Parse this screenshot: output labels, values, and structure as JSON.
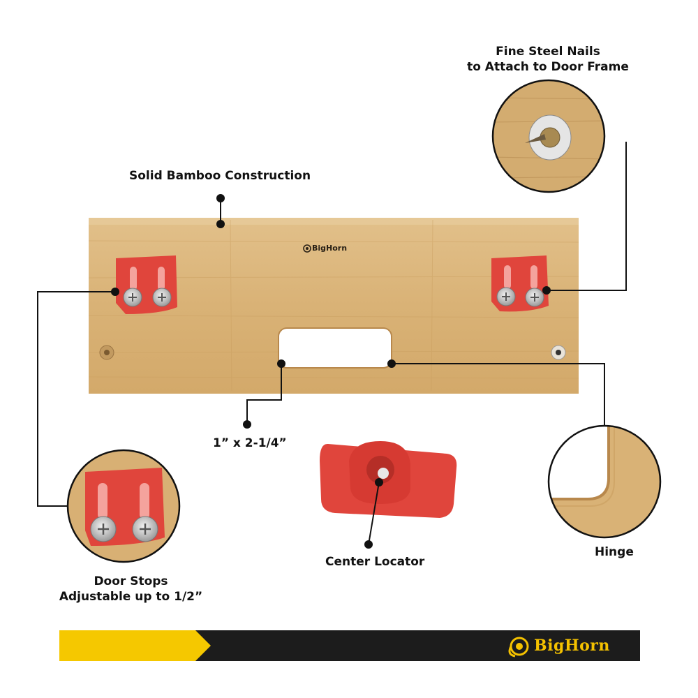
{
  "callouts": {
    "nails_line1": "Fine Steel Nails",
    "nails_line2": "to Attach to Door Frame",
    "bamboo": "Solid Bamboo Construction",
    "slot_size": "1” x 2-1/4”",
    "door_stops_line1": "Door Stops",
    "door_stops_line2": "Adjustable up to 1/2”",
    "center_locator": "Center Locator",
    "hinge": "Hinge"
  },
  "brand": {
    "name": "BigHorn",
    "accent": "#f5c800",
    "banner_dark": "#1c1c1c",
    "logo_icon": "bighorn-ram-icon"
  },
  "colors": {
    "bamboo": "#dcb57a",
    "stop_red": "#e0453c",
    "screw": "#cfcfcf"
  }
}
